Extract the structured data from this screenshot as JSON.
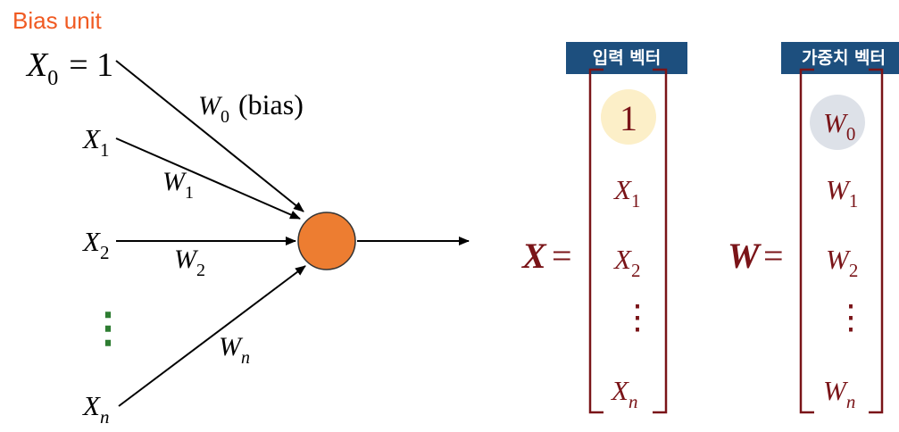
{
  "bias_label": "Bias unit",
  "inputs": {
    "x0": {
      "base": "X",
      "sub": "0",
      "rhs": "= 1"
    },
    "x1": {
      "base": "X",
      "sub": "1"
    },
    "x2": {
      "base": "X",
      "sub": "2"
    },
    "xn": {
      "base": "X",
      "sub": "n"
    }
  },
  "weights": {
    "w0": {
      "base": "W",
      "sub": "0",
      "note": "(bias)"
    },
    "w1": {
      "base": "W",
      "sub": "1"
    },
    "w2": {
      "base": "W",
      "sub": "2"
    },
    "wn": {
      "base": "W",
      "sub": "n"
    }
  },
  "vdots": "⋮",
  "input_vector": {
    "badge": "입력 벡터",
    "symbol": "X",
    "equals": "=",
    "entries": [
      {
        "base": "1",
        "sub": ""
      },
      {
        "base": "X",
        "sub": "1"
      },
      {
        "base": "X",
        "sub": "2"
      },
      {
        "base": "⋮",
        "sub": ""
      },
      {
        "base": "X",
        "sub": "n"
      }
    ]
  },
  "weight_vector": {
    "badge": "가중치 벡터",
    "symbol": "W",
    "equals": "=",
    "entries": [
      {
        "base": "W",
        "sub": "0"
      },
      {
        "base": "W",
        "sub": "1"
      },
      {
        "base": "W",
        "sub": "2"
      },
      {
        "base": "⋮",
        "sub": ""
      },
      {
        "base": "W",
        "sub": "n"
      }
    ]
  },
  "colors": {
    "neuron": "#ed7d31",
    "bias_text": "#f05a22",
    "vector_text": "#7a1418",
    "badge_bg": "#1d4f7e",
    "highlight_input": "#fcefc8",
    "highlight_weight": "#dde1e8",
    "dots": "#2e7d32"
  }
}
